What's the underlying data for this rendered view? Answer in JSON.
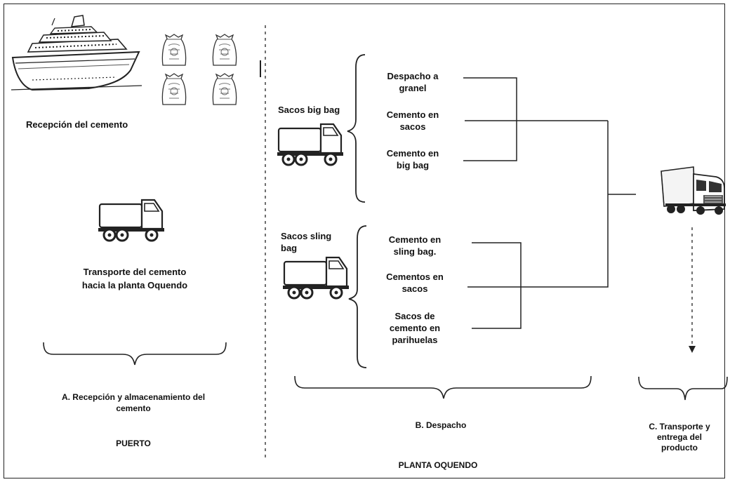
{
  "colors": {
    "stroke": "#222222",
    "text": "#111111",
    "background": "#ffffff"
  },
  "section_a": {
    "reception_label": "Recepción del cemento",
    "transport_label_1": "Transporte del cemento",
    "transport_label_2": "hacia la planta Oquendo",
    "caption_1": "A. Recepción y almacenamiento del",
    "caption_2": "cemento",
    "place": "PUERTO"
  },
  "section_b": {
    "big_bag_truck_label": "Sacos big bag",
    "sling_truck_label_1": "Sacos sling",
    "sling_truck_label_2": "bag",
    "group1": [
      {
        "line1": "Despacho a",
        "line2": "granel"
      },
      {
        "line1": "Cemento en",
        "line2": "sacos"
      },
      {
        "line1": "Cemento en",
        "line2": "big bag"
      }
    ],
    "group2": [
      {
        "line1": "Cemento en",
        "line2": "sling bag.",
        "line3": ""
      },
      {
        "line1": "Cementos en",
        "line2": "sacos",
        "line3": ""
      },
      {
        "line1": "Sacos de",
        "line2": "cemento en",
        "line3": "parihuelas"
      }
    ],
    "caption": "B. Despacho",
    "place": "PLANTA OQUENDO"
  },
  "section_c": {
    "caption_1": "C. Transporte y",
    "caption_2": "entrega del",
    "caption_3": "producto"
  },
  "icons": [
    "ship-icon",
    "cement-bag-icon",
    "dump-truck-icon",
    "semi-truck-icon"
  ]
}
